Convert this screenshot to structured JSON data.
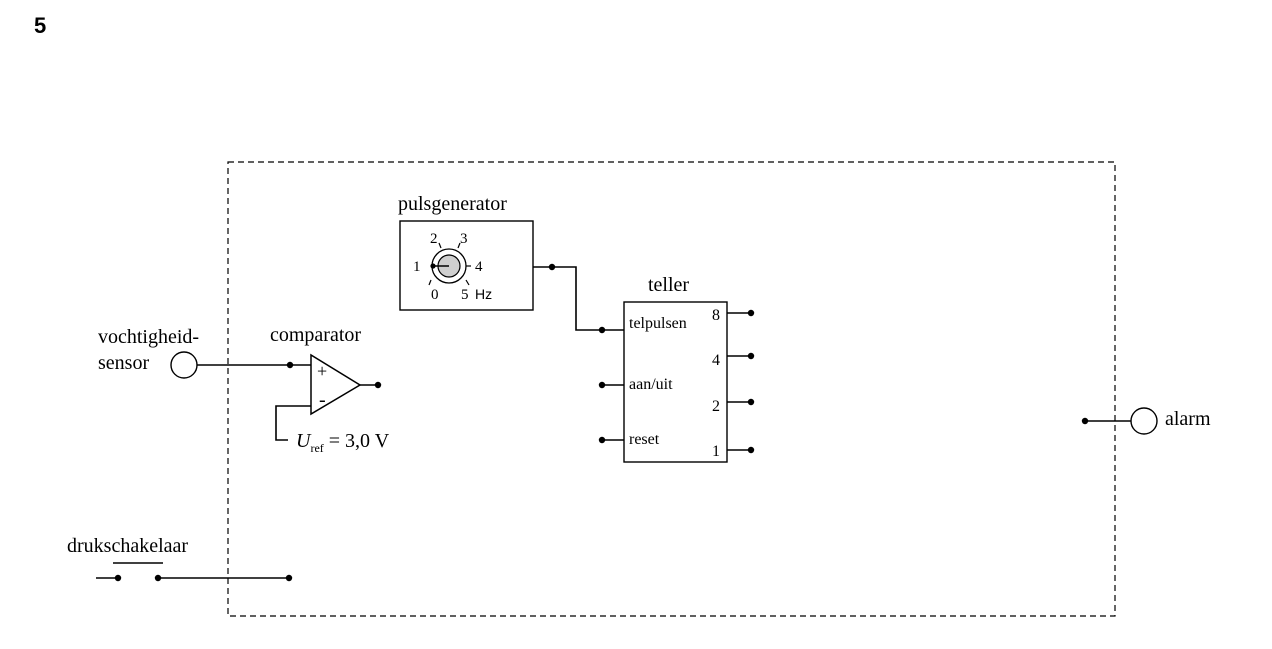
{
  "question_number": "5",
  "labels": {
    "sensor_line1": "vochtigheid-",
    "sensor_line2": "sensor",
    "comparator": "comparator",
    "comparator_plus": "+",
    "comparator_minus": "-",
    "uref_symbol": "U",
    "uref_sub": "ref",
    "uref_value": " = 3,0 V",
    "pulsgenerator": "pulsgenerator",
    "dial_0": "0",
    "dial_1": "1",
    "dial_2": "2",
    "dial_3": "3",
    "dial_4": "4",
    "dial_5": "5",
    "dial_unit": "Hz",
    "teller": "teller",
    "teller_in_telpulsen": "telpulsen",
    "teller_in_aanuit": "aan/uit",
    "teller_in_reset": "reset",
    "teller_out_8": "8",
    "teller_out_4": "4",
    "teller_out_2": "2",
    "teller_out_1": "1",
    "alarm": "alarm",
    "drukschakelaar": "drukschakelaar"
  }
}
